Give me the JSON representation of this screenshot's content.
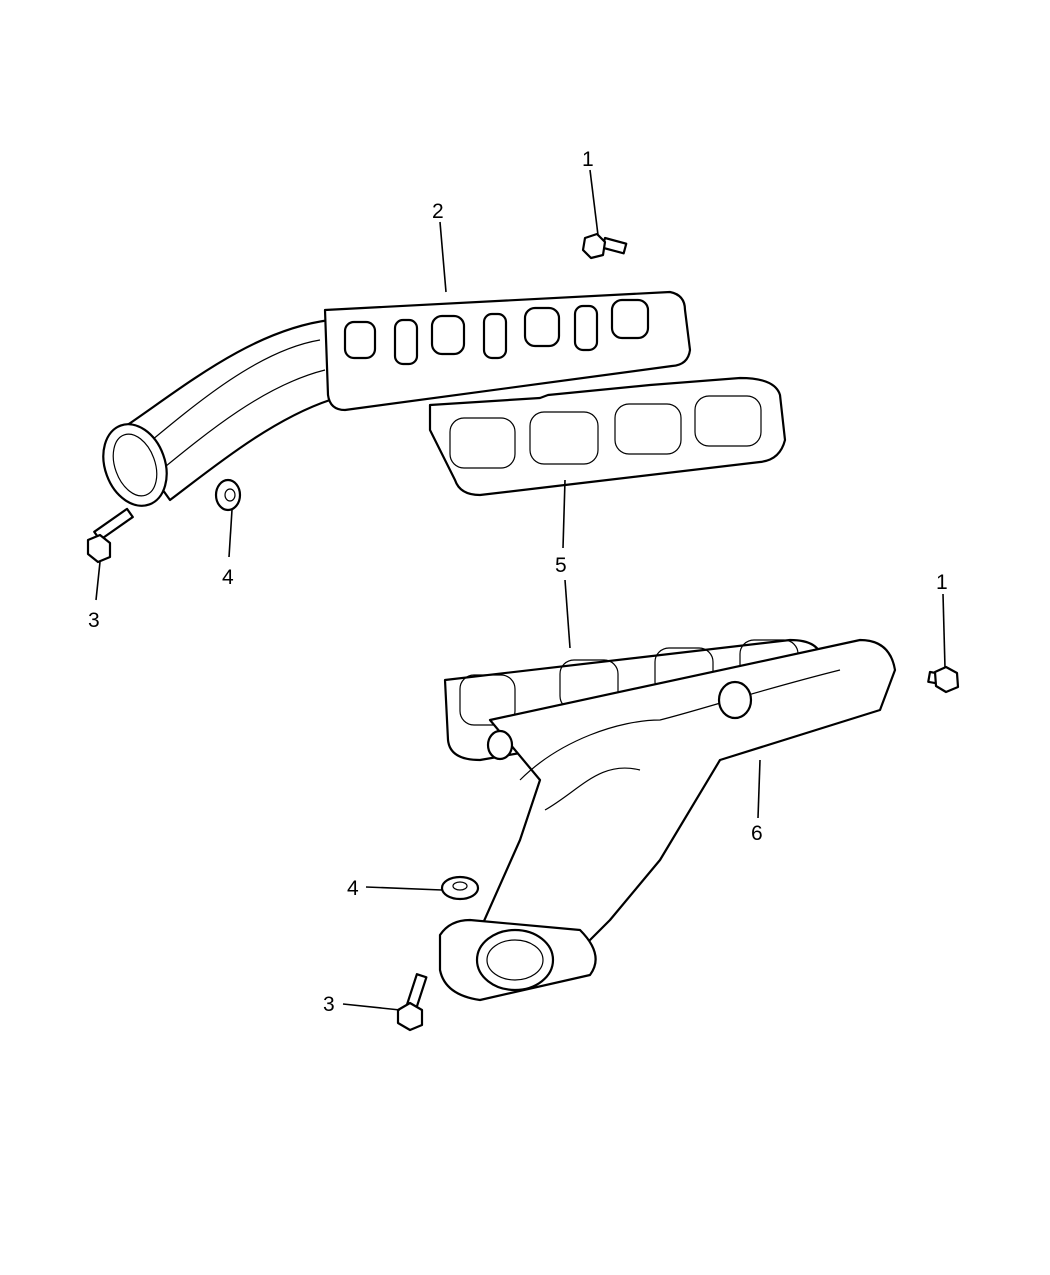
{
  "diagram": {
    "callouts": [
      {
        "id": "callout-1-upper",
        "label": "1"
      },
      {
        "id": "callout-2",
        "label": "2"
      },
      {
        "id": "callout-3-upper",
        "label": "3"
      },
      {
        "id": "callout-4-upper",
        "label": "4"
      },
      {
        "id": "callout-5",
        "label": "5"
      },
      {
        "id": "callout-1-lower",
        "label": "1"
      },
      {
        "id": "callout-6",
        "label": "6"
      },
      {
        "id": "callout-4-lower",
        "label": "4"
      },
      {
        "id": "callout-3-lower",
        "label": "3"
      }
    ]
  }
}
